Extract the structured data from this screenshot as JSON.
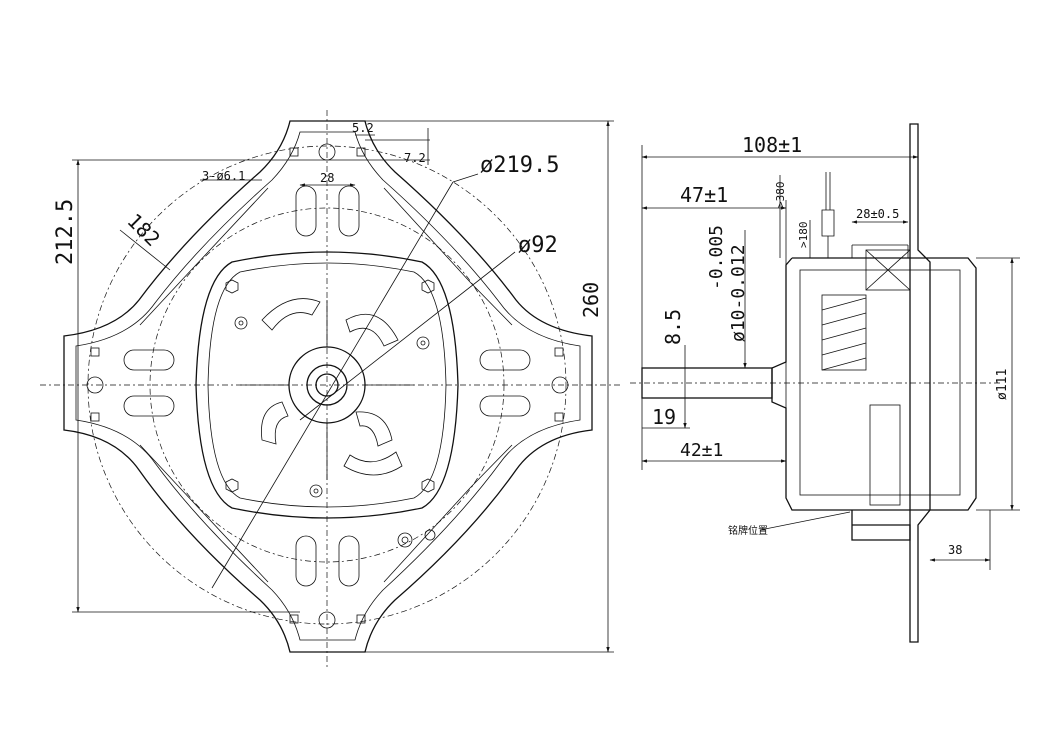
{
  "front_view": {
    "dim_height": "212.5",
    "dim_width": "260",
    "dim_diameter_outer": "ø219.5",
    "dim_diameter_inner": "ø92",
    "dim_182": "182",
    "dim_holes": "3-ø6.1",
    "dim_28": "28",
    "dim_5_2": "5.2",
    "dim_7_2": "7.2"
  },
  "side_view": {
    "dim_total_length": "108±1",
    "dim_47": "47±1",
    "dim_42": "42±1",
    "dim_19": "19",
    "dim_8_5": "8.5",
    "dim_shaft": "ø10-0.012",
    "dim_shaft_tol": "-0.005",
    "dim_380": ">380",
    "dim_180": ">180",
    "dim_28_tol": "28±0.5",
    "dim_111": "ø111",
    "dim_38": "38",
    "nameplate_label": "铭牌位置"
  }
}
